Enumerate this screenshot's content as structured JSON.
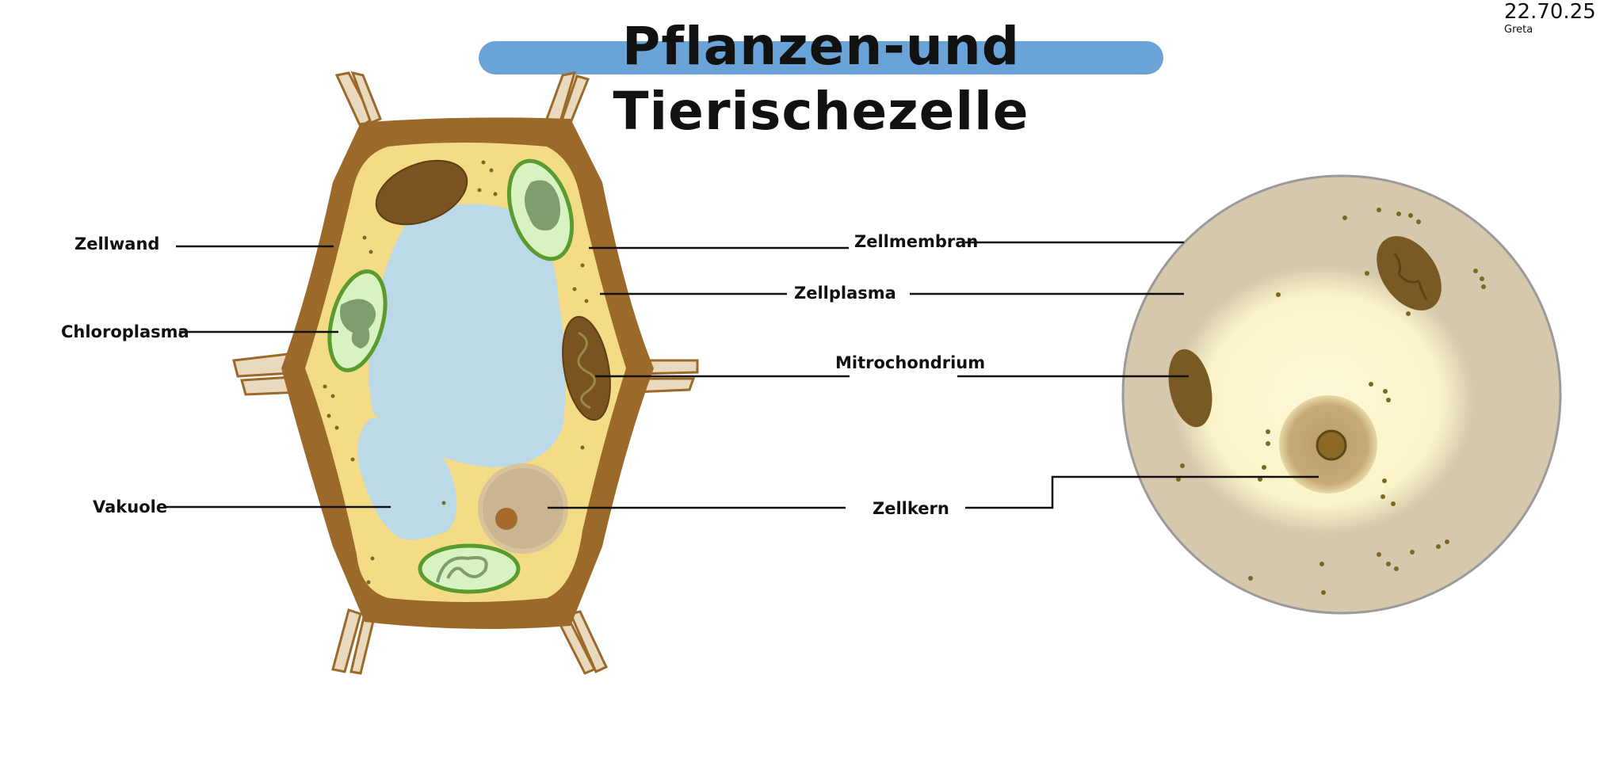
{
  "header": {
    "title": "Pflanzen-und Tierischezelle",
    "title_highlight_color": "#6aa3d8",
    "date": "22.70.25",
    "author": "Greta"
  },
  "plant_cell": {
    "labels": {
      "cell_wall": "Zellwand",
      "chloroplast": "Chloroplasma",
      "vacuole": "Vakuole"
    },
    "colors": {
      "cell_wall": "#9b6a2a",
      "cytoplasm": "#f3dc85",
      "vacuole": "#bcd9e8",
      "chloroplast_fill": "#d8f2c2",
      "chloroplast_border": "#5a9a2e",
      "mitochondrion": "#7a5420",
      "nucleus": "#c9b58f"
    }
  },
  "shared_labels": {
    "cell_membrane": "Zellmembran",
    "cytoplasm": "Zellplasma",
    "mitochondrion": "Mitrochondrium",
    "nucleus": "Zellkern"
  },
  "animal_cell": {
    "colors": {
      "outer_cytoplasm": "#d6c8ac",
      "inner_cytoplasm": "#fbf6cf",
      "membrane": "#9a9a9a",
      "mitochondrion": "#7a5a24",
      "nucleus": "#bfa272",
      "nucleolus": "#8a6a24"
    }
  }
}
